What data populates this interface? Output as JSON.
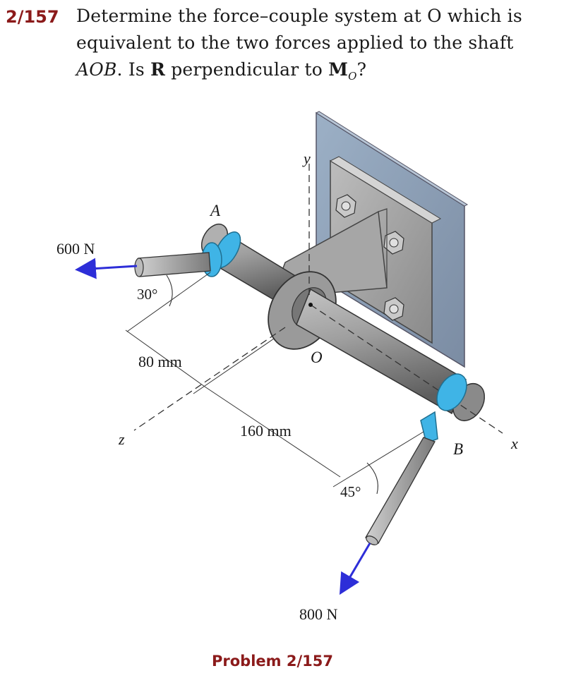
{
  "problem": {
    "number": "2/157",
    "line1": "Determine the force–couple system at O which is",
    "line2": "equivalent to the two forces applied to the shaft",
    "line3_italic": "AOB",
    "line3_rest": ". Is ",
    "bold_R": "R",
    "perp_text": " perpendicular to ",
    "bold_M": "M",
    "sub_O": "O",
    "qmark": "?"
  },
  "figure": {
    "labels": {
      "y_axis": "y",
      "x_axis": "x",
      "z_axis": "z",
      "point_A": "A",
      "point_B": "B",
      "point_O": "O",
      "force_A": "600 N",
      "force_B": "800 N",
      "angle_A": "30°",
      "angle_B": "45°",
      "dim_80": "80 mm",
      "dim_160": "160 mm"
    },
    "colors": {
      "force_arrow": "#2d2ed8",
      "collar": "#3fb4e6",
      "plate": "#8a9bb0",
      "shaft": "#9a9a9a"
    }
  },
  "caption": "Problem 2/157"
}
